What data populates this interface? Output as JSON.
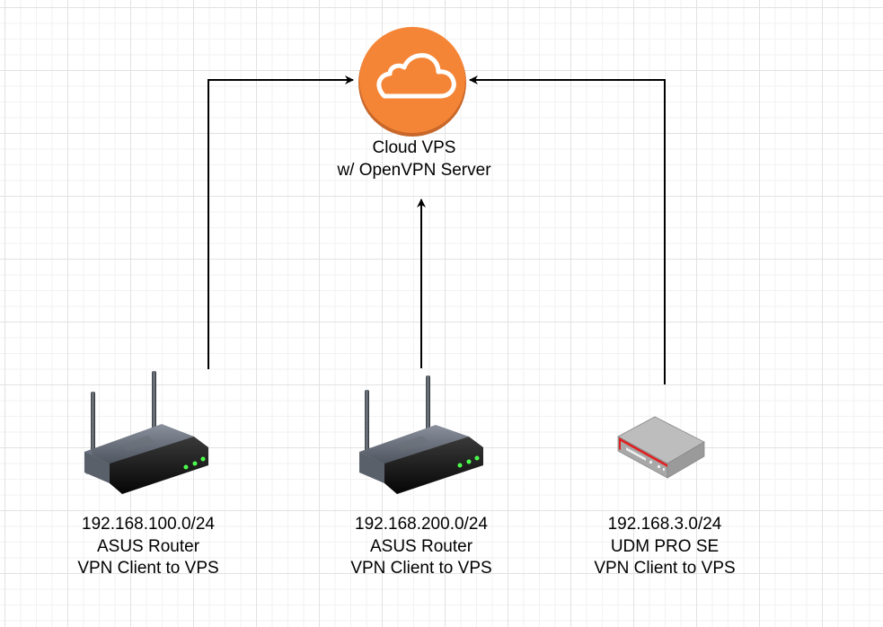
{
  "diagram": {
    "cloud": {
      "icon": "cloud-icon",
      "lines": [
        "Cloud VPS",
        "w/ OpenVPN Server"
      ],
      "color": "#F58536"
    },
    "nodes": [
      {
        "id": "router-1",
        "icon": "wireless-router-icon",
        "lines": [
          "192.168.100.0/24",
          "ASUS Router",
          "VPN Client to VPS"
        ]
      },
      {
        "id": "router-2",
        "icon": "wireless-router-icon",
        "lines": [
          "192.168.200.0/24",
          "ASUS Router",
          "VPN Client to VPS"
        ]
      },
      {
        "id": "udm",
        "icon": "network-appliance-icon",
        "lines": [
          "192.168.3.0/24",
          "UDM PRO SE",
          "VPN Client to VPS"
        ]
      }
    ],
    "edges": [
      {
        "from": "router-1",
        "to": "cloud"
      },
      {
        "from": "router-2",
        "to": "cloud"
      },
      {
        "from": "udm",
        "to": "cloud"
      }
    ]
  }
}
